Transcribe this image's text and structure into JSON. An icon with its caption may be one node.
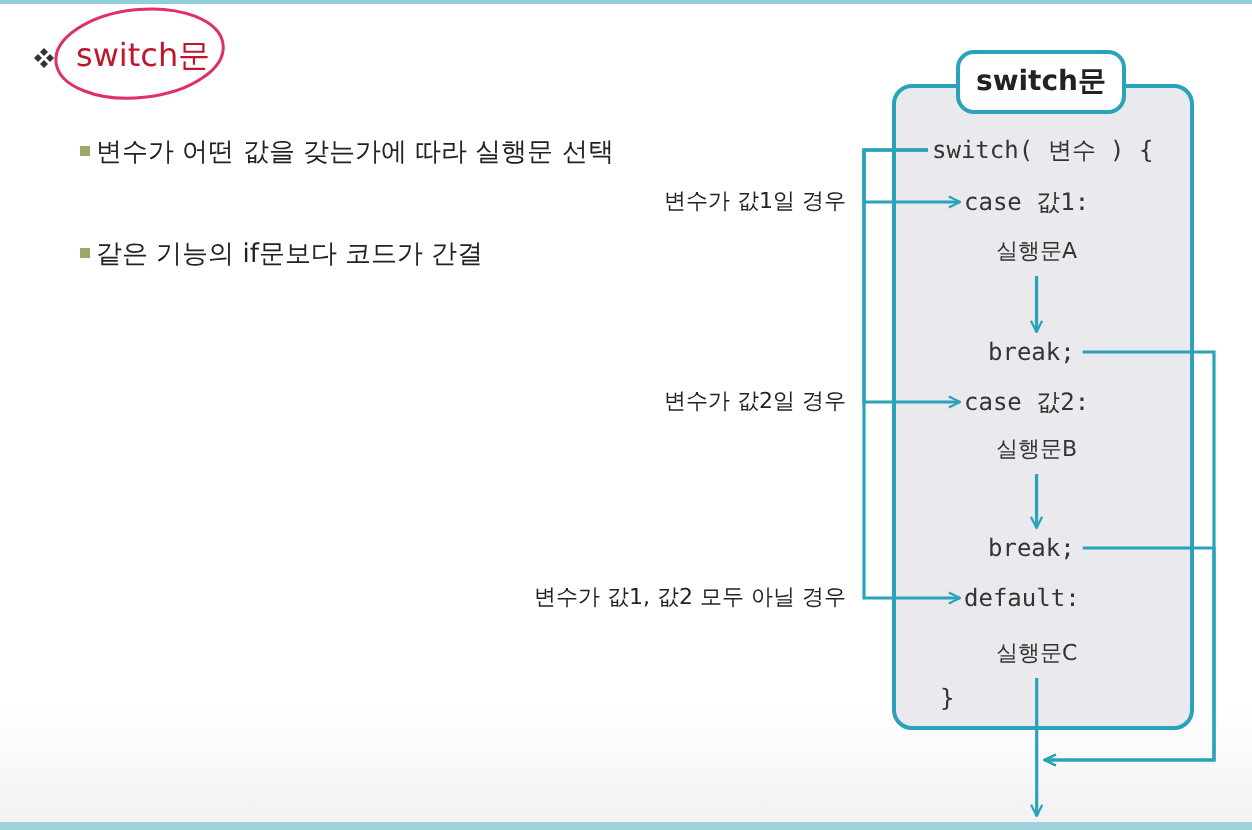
{
  "diagram": {
    "title": "switch문",
    "nodes": [
      {
        "text": [
          "switch문"
        ]
      },
      {
        "text": [
          "switch( 변수 ) {"
        ],
        "in": 0
      },
      {
        "text": [
          "case 값1:"
        ],
        "in": 0
      },
      {
        "text": [
          "실행문A"
        ],
        "in": 0
      },
      {
        "text": [
          "break;"
        ],
        "in": 0
      },
      {
        "text": [
          "case 값2:"
        ],
        "in": 0
      },
      {
        "text": [
          "실행문B"
        ],
        "in": 0
      },
      {
        "text": [
          "break;"
        ],
        "in": 0
      },
      {
        "text": [
          "default:"
        ],
        "in": 0
      },
      {
        "text": [
          "실행문C"
        ],
        "in": 0
      },
      {
        "text": [
          "}"
        ],
        "in": 0
      }
    ],
    "edges": [
      {
        "from": 1,
        "to": 2,
        "arrow": "to",
        "label": "변수가 값1일 경우"
      },
      {
        "from": 1,
        "to": 5,
        "arrow": "to",
        "label": "변수가 값2일 경우"
      },
      {
        "from": 1,
        "to": 8,
        "arrow": "to",
        "label": "변수가 값1, 값2 모두 아닐 경우"
      },
      {
        "from": 3,
        "to": 4,
        "arrow": "to"
      },
      {
        "from": 6,
        "to": 7,
        "arrow": "to"
      },
      {
        "from": 4,
        "to": null,
        "arrow": "to"
      },
      {
        "from": 7,
        "to": null,
        "arrow": "to"
      },
      {
        "from": 9,
        "to": null,
        "arrow": "to"
      }
    ],
    "labels": [
      "변수가 어떤 값을 갖는가에 따라 실행문 선택",
      "같은 기능의 if문보다 코드가 간결"
    ]
  }
}
